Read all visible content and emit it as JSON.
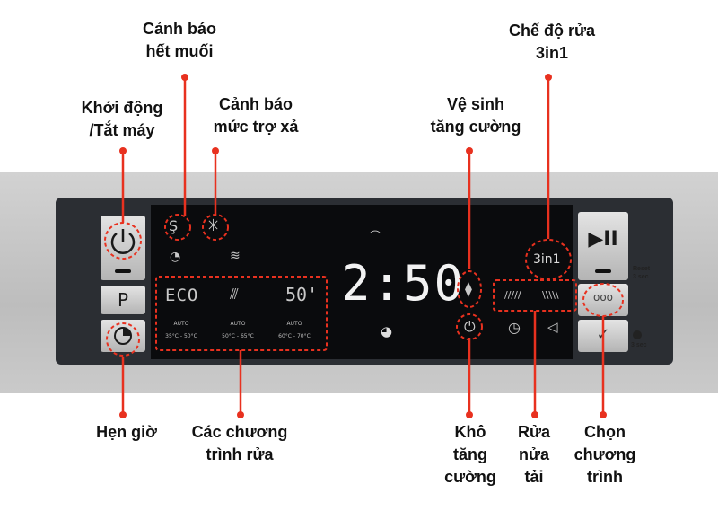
{
  "annotations": {
    "salt_warning": "Cảnh báo\nhết muối",
    "power": "Khởi động\n/Tắt máy",
    "rinse_warning": "Cảnh báo\nmức trợ xả",
    "intensive_hygiene": "Vệ sinh\ntăng cường",
    "mode_3in1": "Chế độ rửa\n3in1",
    "timer": "Hẹn giờ",
    "wash_programs": "Các chương\ntrình rửa",
    "extra_dry": "Khô\ntăng\ncường",
    "half_load": "Rửa\nnửa\ntải",
    "select_program": "Chọn\nchương\ntrình"
  },
  "buttons": {
    "program_button": "P",
    "start_icon": "▶II",
    "confirm_icon": "✓",
    "options_icon": "ooo"
  },
  "side_labels": {
    "reset": "Reset",
    "reset_time": "3 sec",
    "lock_time": "3 sec"
  },
  "display": {
    "time": "2:50",
    "eco": "ECO",
    "quick": "50'",
    "mode_3in1": "3in1",
    "auto_labels": [
      "AUTO",
      "AUTO",
      "AUTO"
    ],
    "temps": [
      "35°C - 50°C",
      "50°C - 65°C",
      "60°C - 70°C"
    ]
  },
  "colors": {
    "accent": "#e8311f",
    "panel": "#2b2e33",
    "screen": "#0a0b0d"
  }
}
